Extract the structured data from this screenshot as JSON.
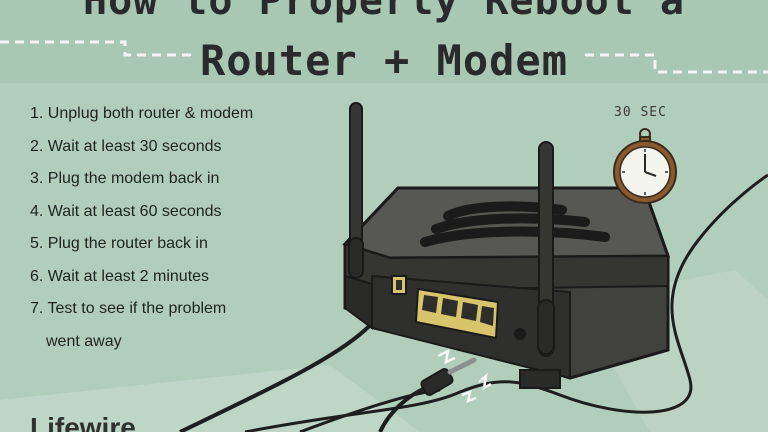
{
  "title": {
    "line1": "How to Properly Reboot a",
    "line2": "Router + Modem"
  },
  "steps": [
    "1. Unplug both router & modem",
    "2. Wait at least 30 seconds",
    "3. Plug the modem back in",
    "4. Wait at least 60 seconds",
    "5. Plug the router back in",
    "6. Wait at least 2 minutes",
    "7. Test to see if the problem",
    "went away"
  ],
  "timer": {
    "label": "30 SEC"
  },
  "brand": {
    "text": "Lifewire"
  },
  "colors": {
    "background": "#a9c8b4",
    "panel": "#b8d1c0",
    "router": "#3a3b38",
    "port": "#d8c46a",
    "clock_frame": "#8a5a2e"
  }
}
